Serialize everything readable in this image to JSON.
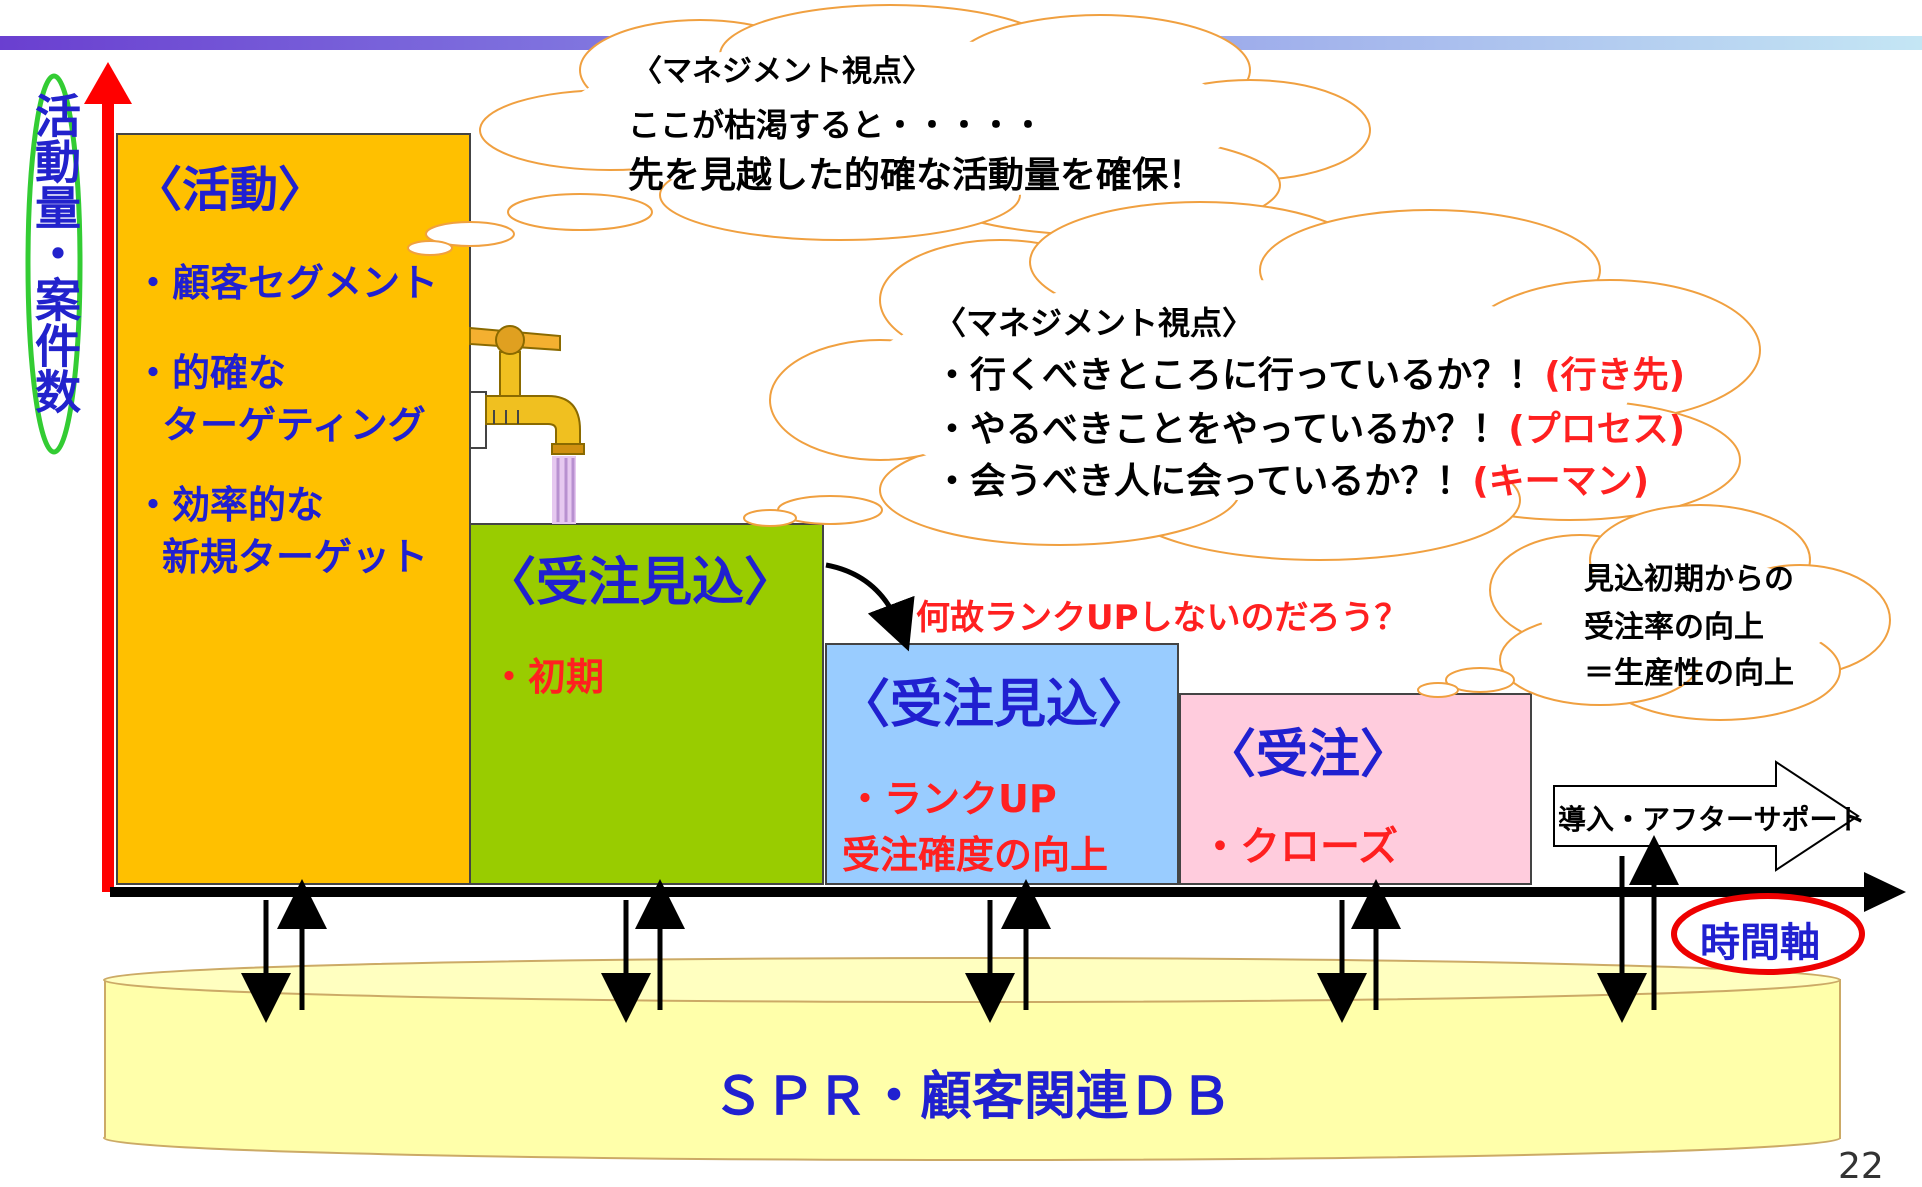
{
  "axes": {
    "y_label": "活動量・案件数",
    "x_label": "時間軸"
  },
  "stages": [
    {
      "title": "〈活動〉",
      "bullets": [
        "・顧客セグメント",
        "・的確な",
        "ターゲティング",
        "・効率的な",
        "新規ターゲット"
      ],
      "color": "#ffc000"
    },
    {
      "title": "〈受注見込〉",
      "bullets": [
        "・初期"
      ],
      "color": "#99cc00"
    },
    {
      "title": "〈受注見込〉",
      "bullets": [
        "・ランクUP",
        "受注確度の向上"
      ],
      "color": "#99ccff"
    },
    {
      "title": "〈受注〉",
      "bullets": [
        "・クローズ"
      ],
      "color": "#ffccdd"
    }
  ],
  "clouds": {
    "top": {
      "lines": [
        "〈マネジメント視点〉",
        "ここが枯渇すると・・・・・",
        "先を見越した的確な活動量を確保！"
      ]
    },
    "middle": {
      "heading": "〈マネジメント視点〉",
      "lines": [
        {
          "text": "・行くべきところに行っているか？！",
          "tag": "(行き先)"
        },
        {
          "text": "・やるべきことをやっているか？！",
          "tag": "(プロセス)"
        },
        {
          "text": "・会うべき人に会っているか？！",
          "tag": "(キーマン)"
        }
      ]
    },
    "right": {
      "lines": [
        "見込初期からの",
        "受注率の向上",
        "＝生産性の向上"
      ]
    }
  },
  "question": "何故ランクUPしないのだろう？",
  "after_support": "導入・アフターサポート",
  "database": "ＳＰＲ・顧客関連ＤＢ",
  "page_number": "22"
}
